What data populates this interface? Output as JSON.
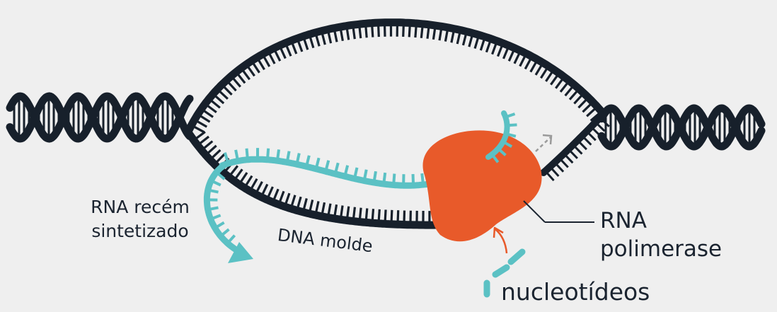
{
  "labels": {
    "new_rna_line1": "RNA recém",
    "new_rna_line2": "sintetizado",
    "template_dna": "DNA molde",
    "polymerase_line1": "RNA",
    "polymerase_line2": "polimerase",
    "nucleotides": "nucleotídeos"
  },
  "colors": {
    "background": "#efefef",
    "dna": "#17202b",
    "rna": "#5bc1c4",
    "polymerase": "#e85a2a",
    "arrow_nucleotide": "#e85a2a",
    "arrow_motion": "#9a9a9a",
    "text": "#1b2430"
  }
}
